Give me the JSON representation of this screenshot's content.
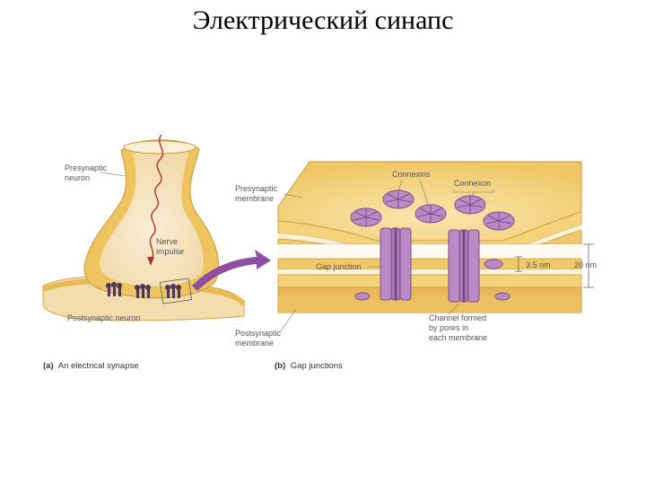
{
  "title": "Электрический синапс",
  "panel_a": {
    "presynaptic": [
      "Presynaptic",
      "neuron"
    ],
    "nerve_impulse": [
      "Nerve",
      "impulse"
    ],
    "postsynaptic": "Postsynaptic neuron",
    "caption_letter": "(a)",
    "caption_text": "An electrical synapse"
  },
  "panel_b": {
    "presynaptic_membrane": [
      "Presynaptic",
      "membrane"
    ],
    "connexins": "Connexins",
    "connexon": "Connexon",
    "gap_junction": "Gap junction",
    "gap_width": "3.5 nm",
    "total_width": "20 nm",
    "channel": [
      "Channel formed",
      "by pores in",
      "each membrane"
    ],
    "postsynaptic_membrane": [
      "Postsynaptic",
      "membrane"
    ],
    "caption_letter": "(b)",
    "caption_text": "Gap junctions"
  },
  "colors": {
    "membrane": "#f2c96a",
    "membrane_dark": "#d9a63c",
    "cytoplasm": "#f7e4c0",
    "protein": "#b98ac4",
    "protein_dark": "#7e4f8c",
    "arrow": "#8c4ea0",
    "impulse": "#b03030"
  }
}
